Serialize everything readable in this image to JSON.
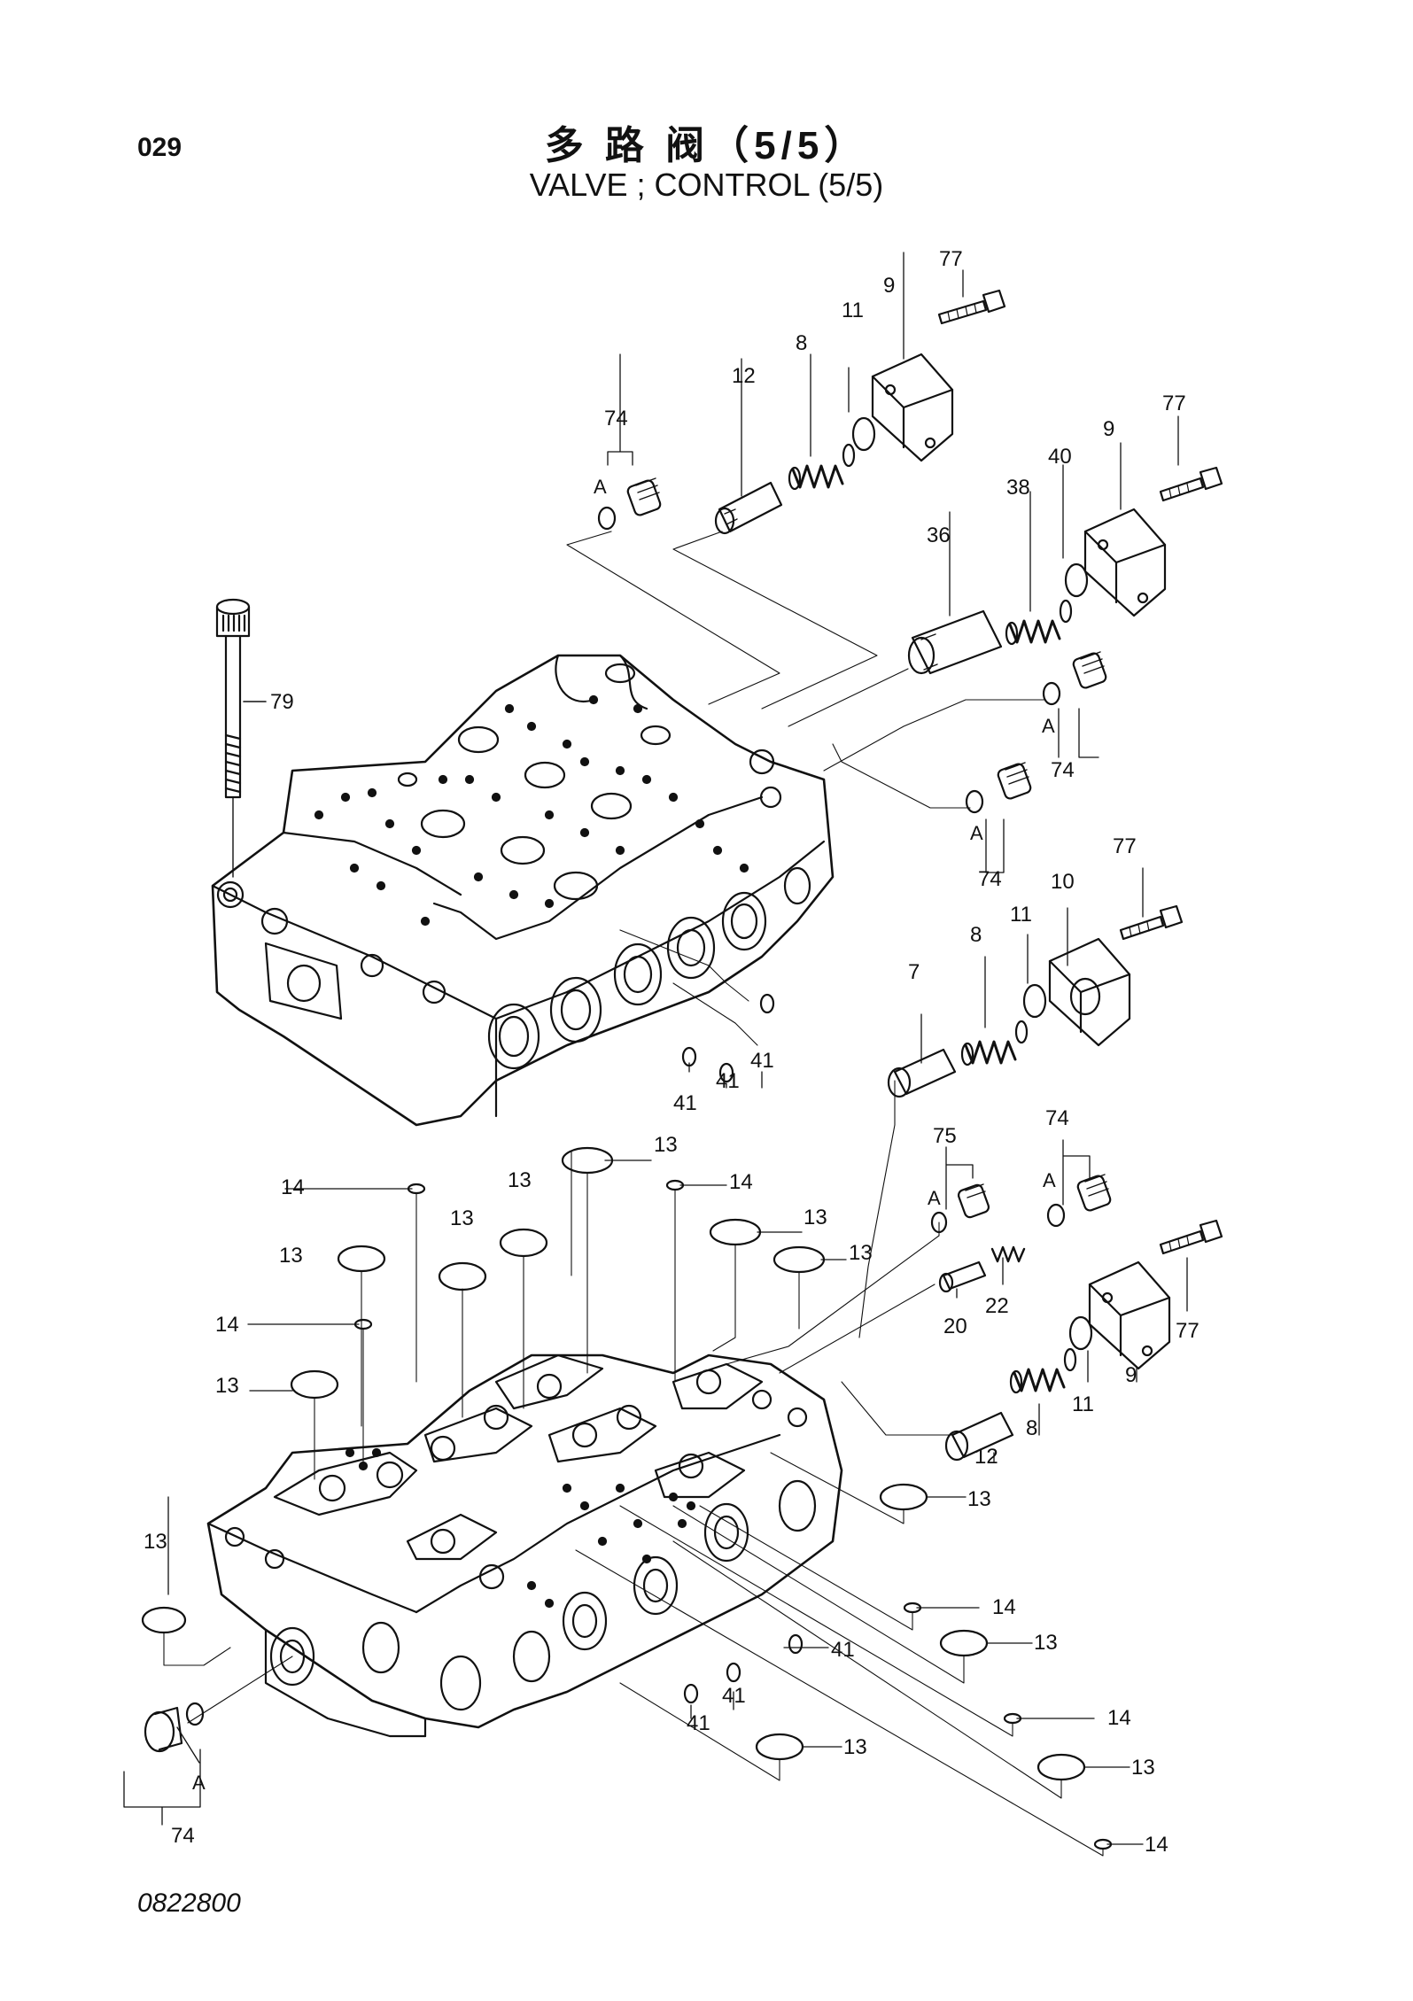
{
  "header": {
    "page_code": "029",
    "title_cn": "多 路 阀（5/5）",
    "title_en": "VALVE ; CONTROL (5/5)"
  },
  "footer": {
    "drawing_number": "0822800"
  },
  "callouts": {
    "n77": "77",
    "n9": "9",
    "n11": "11",
    "n8": "8",
    "n12": "12",
    "n74": "74",
    "n40": "40",
    "n38": "38",
    "n36": "36",
    "n79": "79",
    "n10": "10",
    "n7": "7",
    "n41": "41",
    "n13": "13",
    "n14": "14",
    "n75": "75",
    "n22": "22",
    "n20": "20",
    "A": "A"
  }
}
